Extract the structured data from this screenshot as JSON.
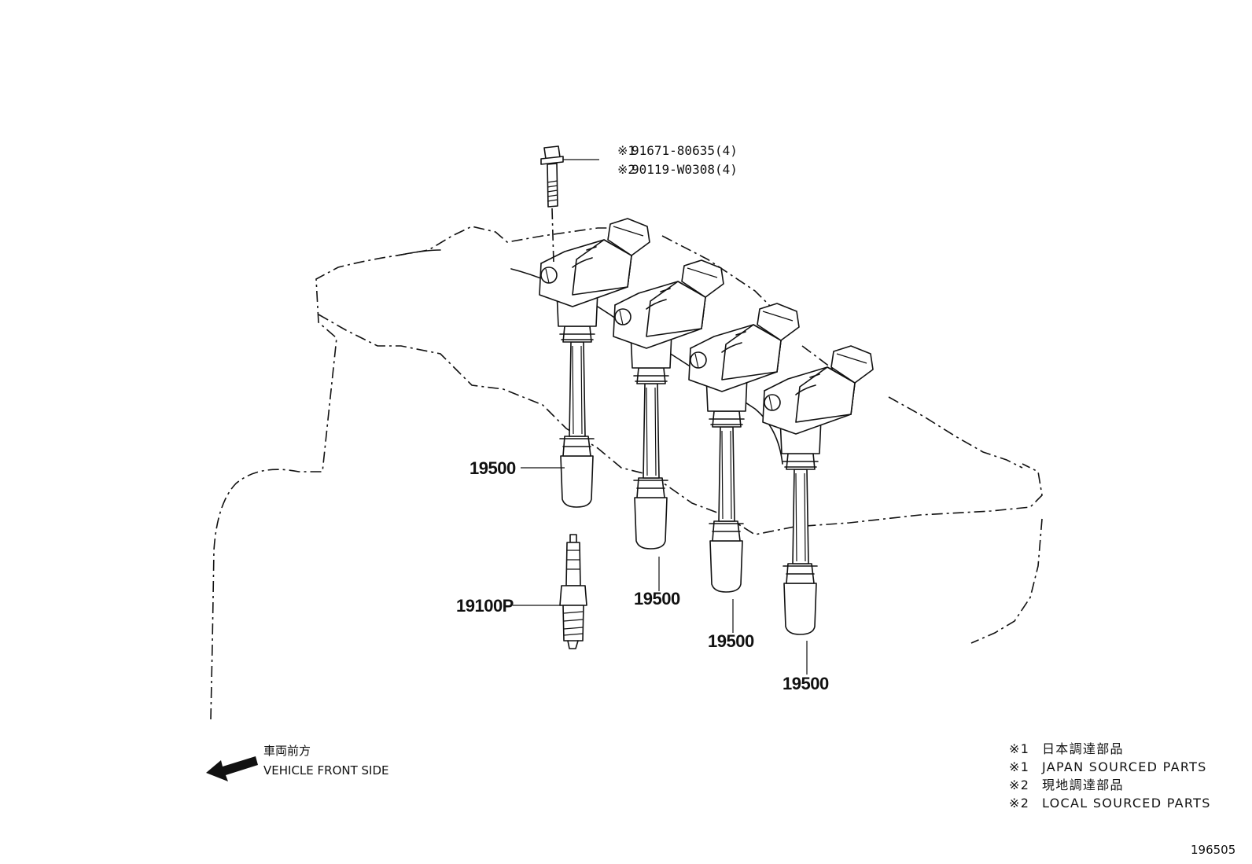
{
  "diagram": {
    "bolt_callouts": [
      {
        "mark": "※1",
        "number": "91671-80635(4)"
      },
      {
        "mark": "※2",
        "number": "90119-W0308(4)"
      }
    ],
    "coil_labels": [
      "19500",
      "19500",
      "19500",
      "19500"
    ],
    "spark_plug_label": "19100P",
    "direction": {
      "jp": "車両前方",
      "en": "VEHICLE FRONT SIDE"
    },
    "notes": [
      {
        "mark": "※1",
        "text": "日本調達部品"
      },
      {
        "mark": "※1",
        "text": "JAPAN SOURCED PARTS"
      },
      {
        "mark": "※2",
        "text": "現地調達部品"
      },
      {
        "mark": "※2",
        "text": "LOCAL SOURCED PARTS"
      }
    ],
    "figure_id": "196505"
  }
}
